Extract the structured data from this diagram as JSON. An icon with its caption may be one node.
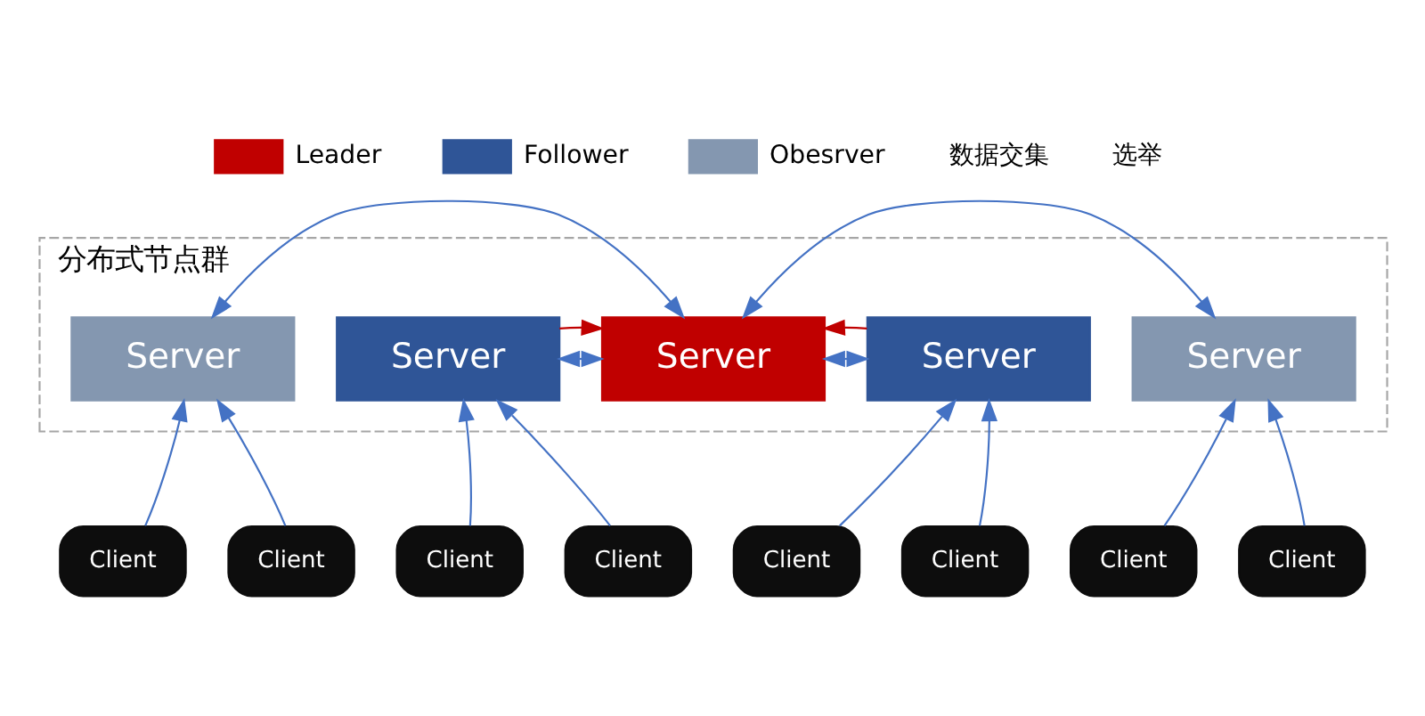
{
  "diagram": {
    "nodes": [
      {
        "text": [
          "分布式节点群"
        ]
      },
      {
        "text": [
          "Server"
        ],
        "in": 0
      },
      {
        "text": [
          "Server"
        ],
        "in": 0
      },
      {
        "text": [
          "Server"
        ],
        "in": 0
      },
      {
        "text": [
          "Server"
        ],
        "in": 0
      },
      {
        "text": [
          "Server"
        ],
        "in": 0
      },
      {
        "text": [
          "Client"
        ]
      },
      {
        "text": [
          "Client"
        ]
      },
      {
        "text": [
          "Client"
        ]
      },
      {
        "text": [
          "Client"
        ]
      },
      {
        "text": [
          "Client"
        ]
      },
      {
        "text": [
          "Client"
        ]
      },
      {
        "text": [
          "Client"
        ]
      },
      {
        "text": [
          "Client"
        ]
      }
    ],
    "edges": [
      {
        "from": 3,
        "to": 1,
        "arrow": "both"
      },
      {
        "from": 3,
        "to": 2,
        "arrow": "both"
      },
      {
        "from": 3,
        "to": 4,
        "arrow": "both"
      },
      {
        "from": 3,
        "to": 5,
        "arrow": "both"
      },
      {
        "from": 2,
        "to": 3,
        "arrow": "to",
        "color": "#c00000"
      },
      {
        "from": 4,
        "to": 3,
        "arrow": "to",
        "color": "#c00000"
      },
      {
        "from": 6,
        "to": 1,
        "arrow": "to"
      },
      {
        "from": 7,
        "to": 1,
        "arrow": "to"
      },
      {
        "from": 8,
        "to": 2,
        "arrow": "to"
      },
      {
        "from": 9,
        "to": 2,
        "arrow": "to"
      },
      {
        "from": 10,
        "to": 4,
        "arrow": "to"
      },
      {
        "from": 11,
        "to": 4,
        "arrow": "to"
      },
      {
        "from": 12,
        "to": 5,
        "arrow": "to"
      },
      {
        "from": 13,
        "to": 5,
        "arrow": "to"
      }
    ],
    "legend": [
      {
        "text": "Leader",
        "color": "#c00000"
      },
      {
        "text": "Follower",
        "color": "#2f5597"
      },
      {
        "text": "Obesrver",
        "color": "#8497b0"
      },
      {
        "text": "数据交集"
      },
      {
        "text": "选举"
      }
    ]
  }
}
